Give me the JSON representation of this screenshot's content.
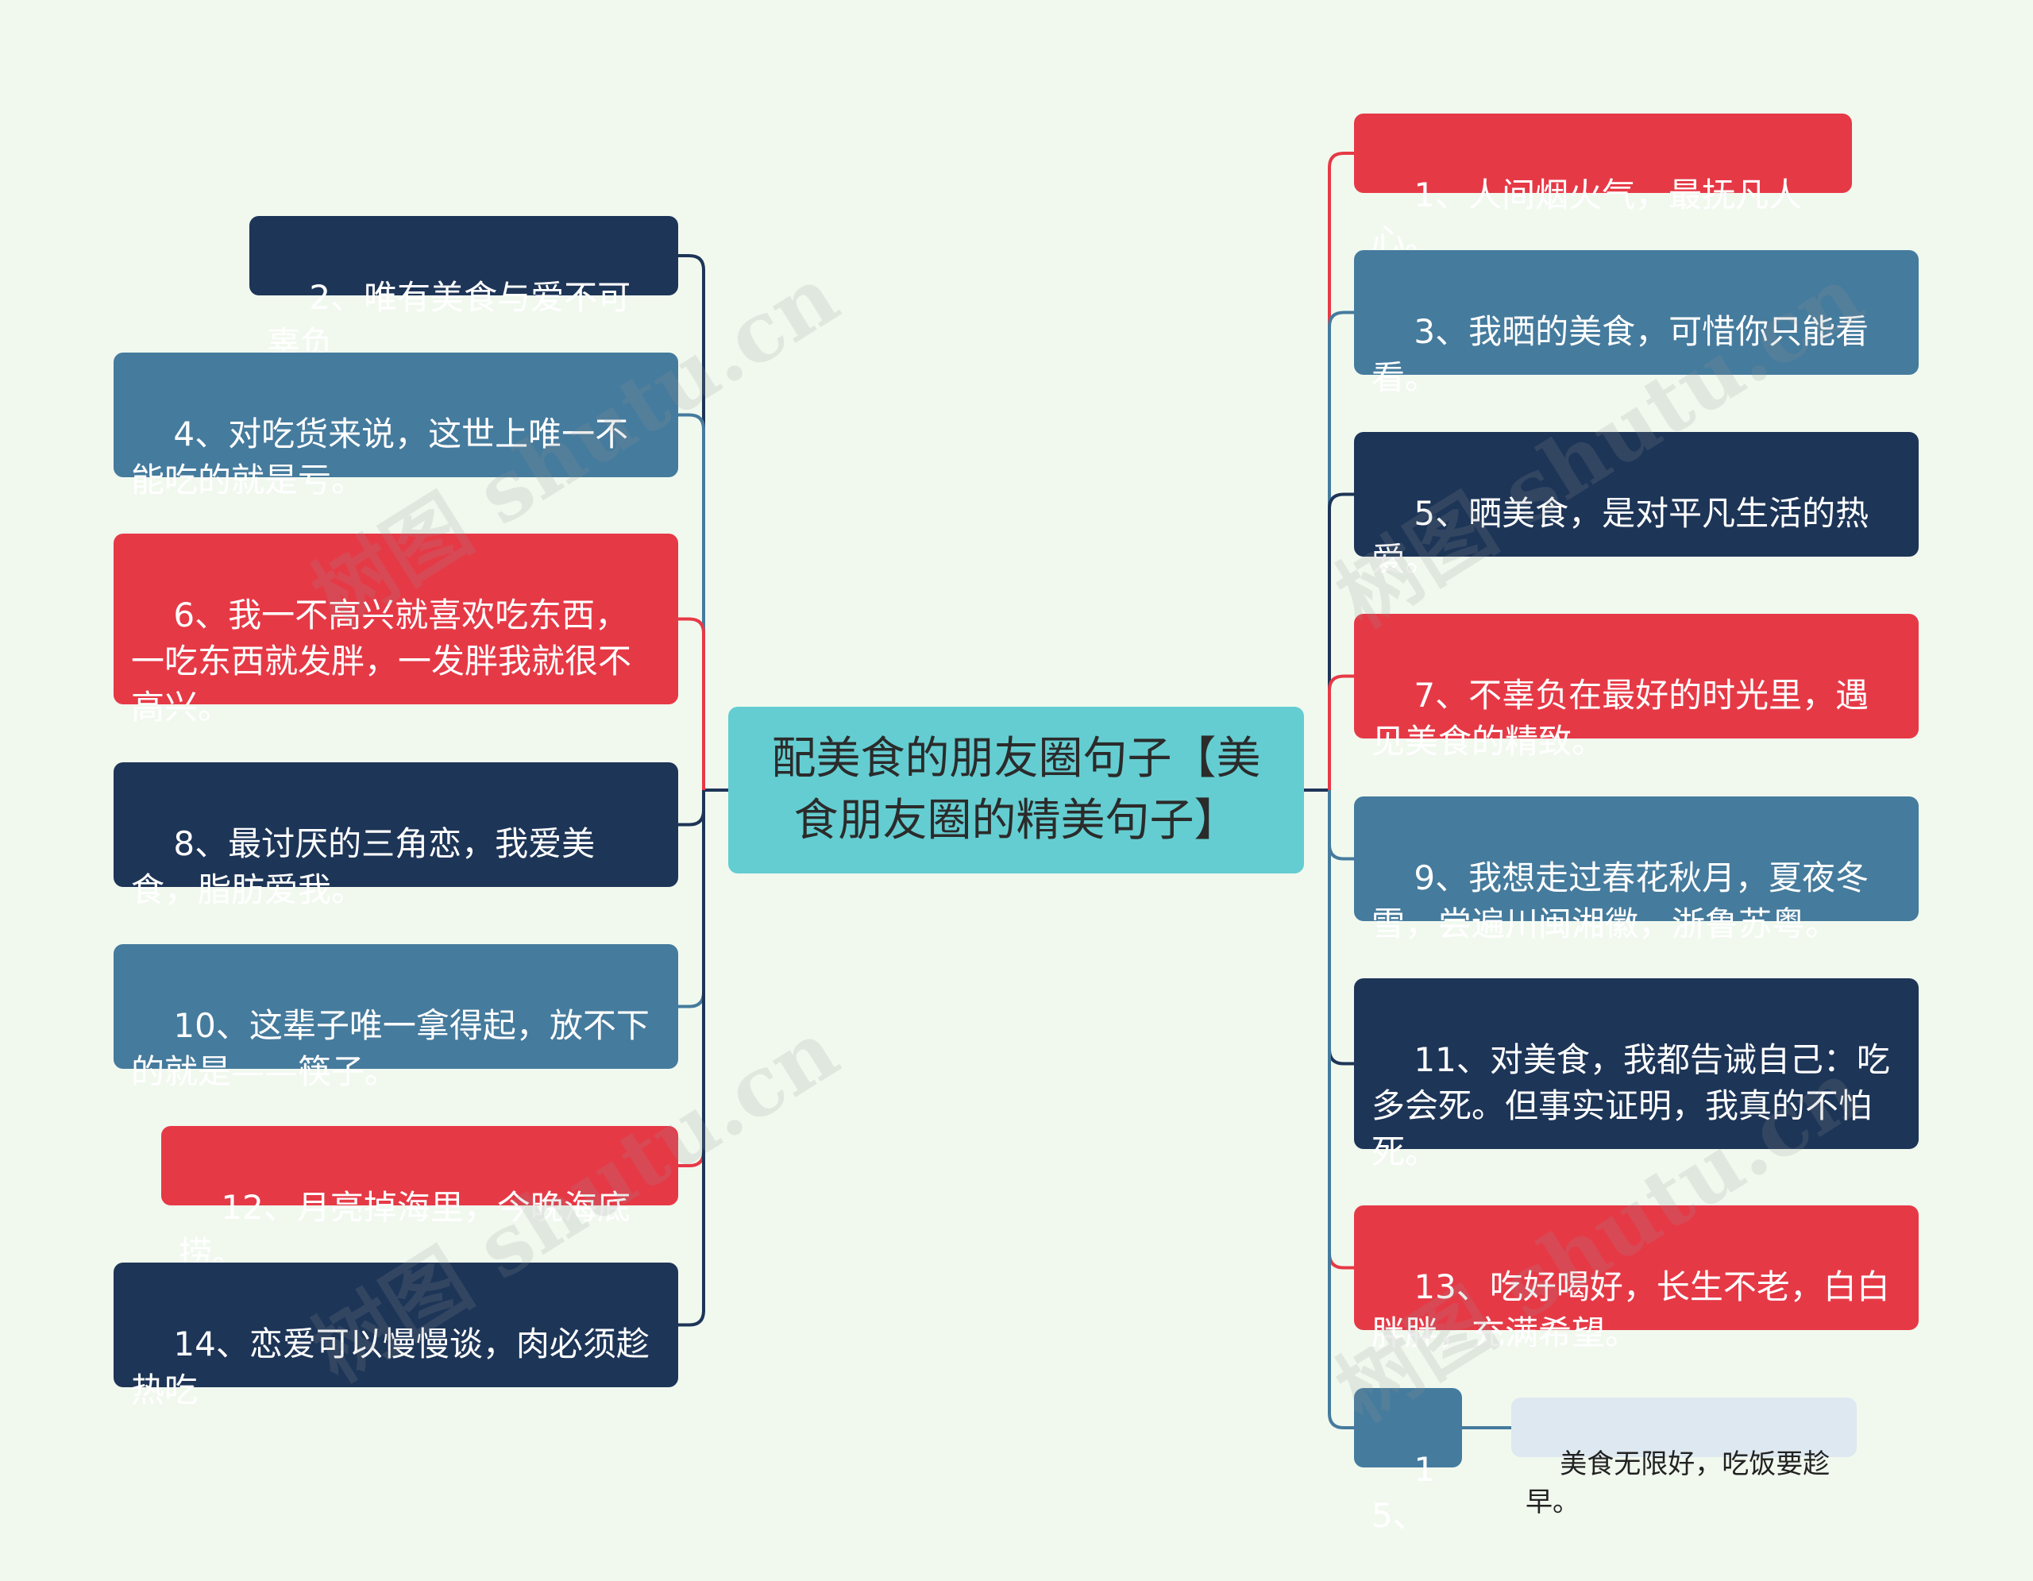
{
  "colors": {
    "background": "#f1f9ef",
    "red": "#e63946",
    "blue": "#457b9d",
    "navy": "#1d3557",
    "center": "#64cdd1",
    "leaf": "#dde8f0"
  },
  "center": {
    "text": "配美食的朋友圈句子【美食朋友圈的精美句子】"
  },
  "left_nodes": [
    {
      "text": "2、唯有美食与爱不可辜负",
      "color": "navy"
    },
    {
      "text": "4、对吃货来说，这世上唯一不能吃的就是亏。",
      "color": "blue"
    },
    {
      "text": "6、我一不高兴就喜欢吃东西，一吃东西就发胖，一发胖我就很不高兴。",
      "color": "red"
    },
    {
      "text": "8、最讨厌的三角恋，我爱美食，脂肪爱我。",
      "color": "navy"
    },
    {
      "text": "10、这辈子唯一拿得起，放不下的就是——筷子。",
      "color": "blue"
    },
    {
      "text": "12、月亮掉海里，今晚海底捞。",
      "color": "red"
    },
    {
      "text": "14、恋爱可以慢慢谈，肉必须趁热吃",
      "color": "navy"
    }
  ],
  "right_nodes": [
    {
      "text": "1、人间烟火气，最抚凡人心。",
      "color": "red"
    },
    {
      "text": "3、我晒的美食，可惜你只能看看。",
      "color": "blue"
    },
    {
      "text": "5、晒美食，是对平凡生活的热爱。",
      "color": "navy"
    },
    {
      "text": "7、不辜负在最好的时光里，遇见美食的精致。",
      "color": "red"
    },
    {
      "text": "9、我想走过春花秋月，夏夜冬雪，尝遍川闽湘徽，浙鲁苏粤。",
      "color": "blue"
    },
    {
      "text": "11、对美食，我都告诫自己：吃多会死。但事实证明，我真的不怕死。",
      "color": "navy"
    },
    {
      "text": "13、吃好喝好，长生不老，白白胖胖，充满希望。",
      "color": "red"
    },
    {
      "text": "15、",
      "color": "blue",
      "child": "美食无限好，吃饭要趁早。"
    }
  ],
  "watermarks": [
    "树图 shutu.cn",
    "树图 shutu.cn",
    "树图 shutu.cn",
    "树图 shutu.cn"
  ]
}
